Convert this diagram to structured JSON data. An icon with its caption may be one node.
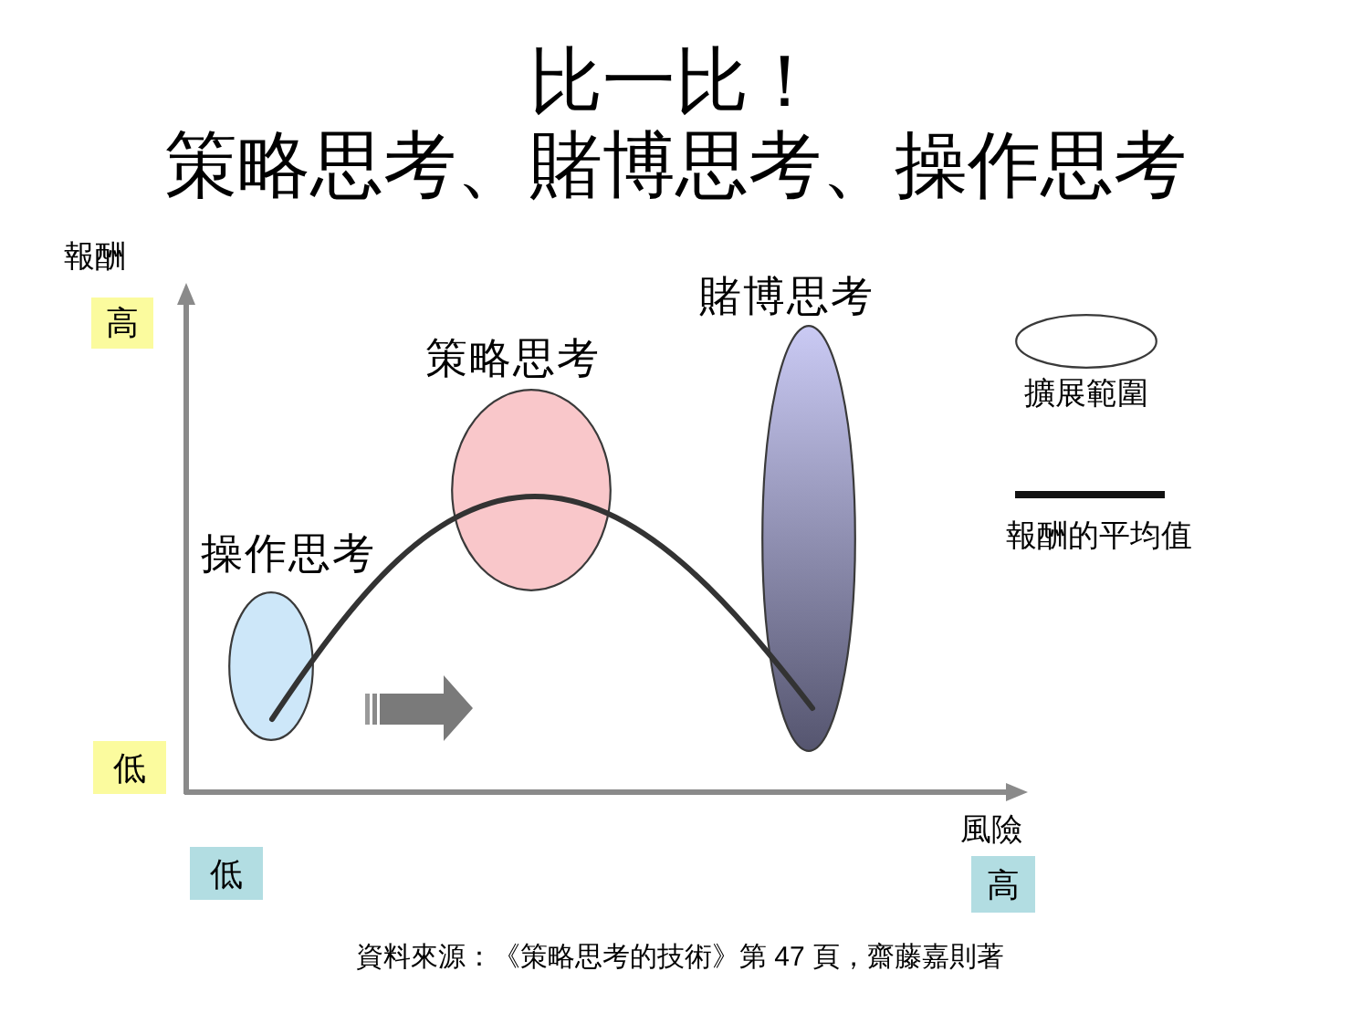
{
  "diagram": {
    "title": "比一比！策略思考、賭博思考、操作思考",
    "nodes": [
      {
        "text": [
          "高"
        ]
      },
      {
        "text": [
          "策略思考"
        ]
      },
      {
        "text": [
          "賭博思考"
        ]
      },
      {
        "text": [
          "操作思考"
        ]
      },
      {
        "text": [
          "低"
        ]
      },
      {
        "text": [
          "低"
        ]
      },
      {
        "text": [
          "高"
        ]
      }
    ],
    "labels": [
      "報酬",
      "風險",
      "資料來源：《策略思考的技術》第 47 頁，齋藤嘉則著"
    ],
    "legend": [
      {
        "text": "擴展範圍"
      },
      {
        "text": "報酬的平均值"
      }
    ]
  }
}
